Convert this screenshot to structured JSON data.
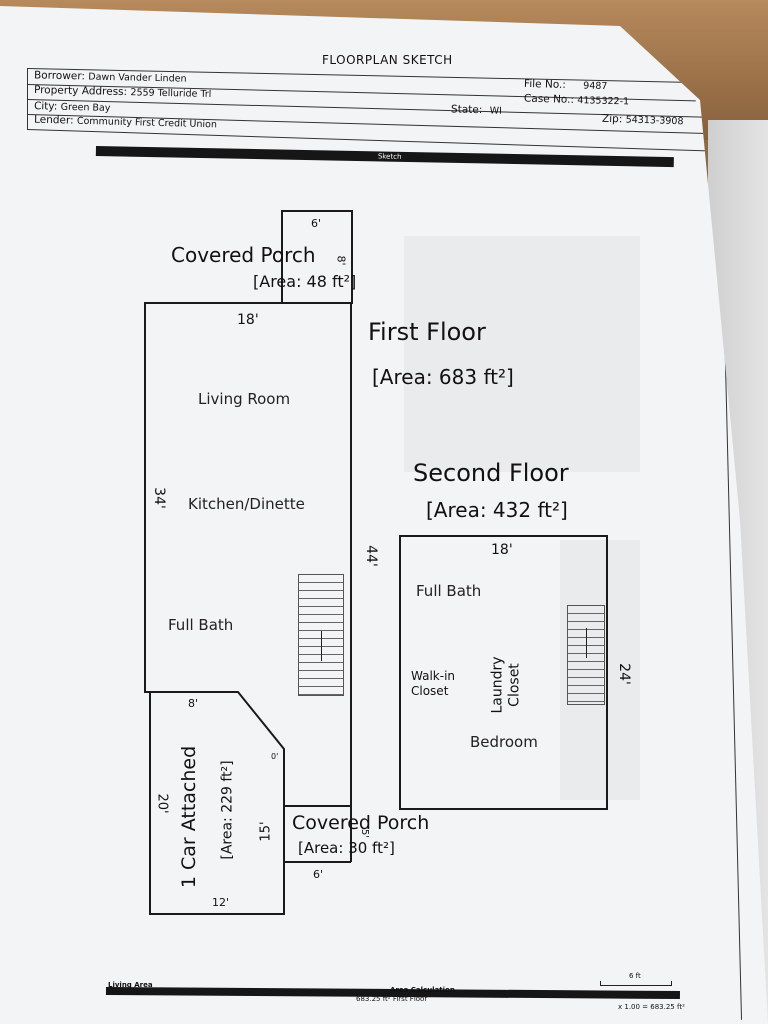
{
  "report": {
    "title": "FLOORPLAN SKETCH"
  },
  "header": {
    "borrower_label": "Borrower:",
    "borrower": "Dawn Vander Linden",
    "property_label": "Property Address:",
    "property": "2559 Telluride Trl",
    "city_label": "City:",
    "city": "Green Bay",
    "lender_label": "Lender:",
    "lender": "Community First Credit Union",
    "file_label": "File No.:",
    "file": "9487",
    "case_label": "Case No.:",
    "case": "4135322-1",
    "state_label": "State:",
    "state": "WI",
    "zip_label": "Zip:",
    "zip": "54313-3908"
  },
  "sketch_bar": {
    "label": "Sketch"
  },
  "first_floor": {
    "title": "First Floor",
    "area": "[Area: 683 ft²]",
    "width_dim": "18'",
    "left_dim": "34'",
    "right_dim": "44'",
    "rooms": {
      "living": "Living Room",
      "kitchen": "Kitchen/Dinette",
      "bath": "Full Bath"
    }
  },
  "porch_top": {
    "title": "Covered Porch",
    "area": "[Area: 48 ft²]",
    "width_dim": "6'",
    "depth_dim": "8'"
  },
  "porch_bottom": {
    "title": "Covered Porch",
    "area": "[Area: 30 ft²]",
    "width_dim": "6'",
    "depth_dim": "5'"
  },
  "garage": {
    "title": "1 Car Attached",
    "area": "[Area: 229 ft²]",
    "top_dim": "8'",
    "left_dim": "20'",
    "inner_dim": "15'",
    "bottom_dim": "12'",
    "corner_dim": "0'"
  },
  "second_floor": {
    "title": "Second Floor",
    "area": "[Area: 432 ft²]",
    "width_dim": "18'",
    "right_dim": "24'",
    "rooms": {
      "bath": "Full Bath",
      "walkin_1": "Walk-in",
      "walkin_2": "Closet",
      "laundry_1": "Laundry",
      "laundry_2": "Closet",
      "bedroom": "Bedroom"
    }
  },
  "footer": {
    "living_area_label": "Living Area",
    "first_floor_label": "First Floor",
    "area_calc_label": "Area Calculation",
    "area_calc_value": "683.25 ft² First Floor",
    "scale_label": "6 ft",
    "scale_value": "x 1.00 = 683.25 ft²"
  }
}
